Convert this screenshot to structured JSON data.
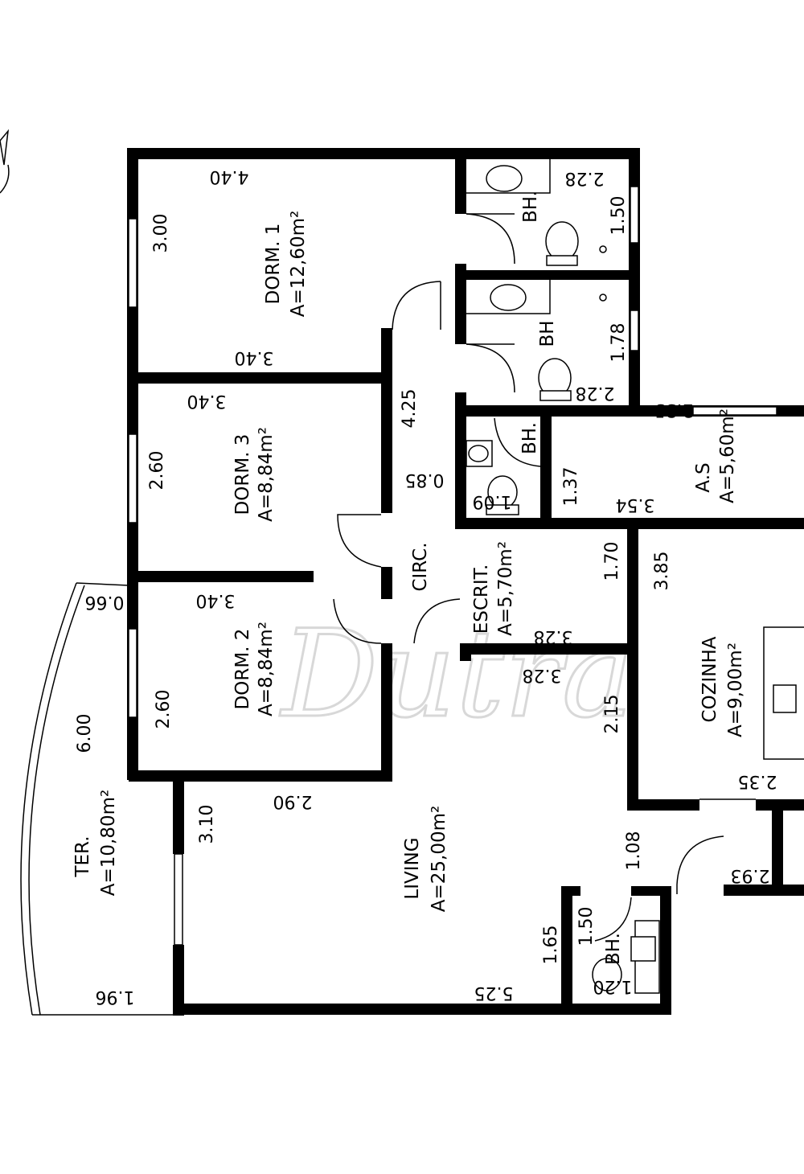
{
  "rooms": {
    "dorm1": {
      "name": "DORM. 1",
      "area": "A=12,60m²"
    },
    "dorm3": {
      "name": "DORM. 3",
      "area": "A=8,84m²"
    },
    "dorm2": {
      "name": "DORM. 2",
      "area": "A=8,84m²"
    },
    "ter": {
      "name": "TER.",
      "area": "A=10,80m²"
    },
    "living": {
      "name": "LIVING",
      "area": "A=25,00m²"
    },
    "escrit": {
      "name": "ESCRIT.",
      "area": "A=5,70m²"
    },
    "cozinha": {
      "name": "COZINHA",
      "area": "A=9,00m²"
    },
    "as": {
      "name": "A.S",
      "area": "A=5,60m²"
    },
    "circ": {
      "name": "CIRC."
    },
    "bh1": {
      "name": "BH."
    },
    "bh2": {
      "name": "BH"
    },
    "bh3": {
      "name": "BH."
    },
    "bh4": {
      "name": "BH."
    }
  },
  "dimensions": {
    "dorm1_top": "4.40",
    "dorm1_side": "3.00",
    "dorm1_bottom": "3.40",
    "bh1_width": "2.28",
    "bh1_height": "1.50",
    "bh2_height": "1.78",
    "bh2_width": "2.28",
    "circ_length": "4.25",
    "circ_width": "0.85",
    "dorm3_top": "3.40",
    "dorm3_side": "2.60",
    "as_top": "2.35",
    "bh3_height": "1.37",
    "bh3_width": "1.09",
    "as_bottom": "3.54",
    "escrit_side": "1.70",
    "kitchen_side": "3.85",
    "escrit_bottom": "3.28",
    "living_top": "3.28",
    "dorm2_top": "3.40",
    "dorm2_side": "2.60",
    "ter_top": "0.66",
    "ter_side": "6.00",
    "living_right": "2.15",
    "dorm2_bottom": "2.90",
    "living_left": "3.10",
    "kitchen_bottom": "2.35",
    "door_width": "1.08",
    "hall_width": "2.93",
    "bh4_height": "1.50",
    "bh4_side": "1.65",
    "bh4_width": "1.20",
    "living_bottom": "5.25",
    "ter_bottom": "1.96"
  },
  "watermark": {
    "text": "Dutra"
  }
}
